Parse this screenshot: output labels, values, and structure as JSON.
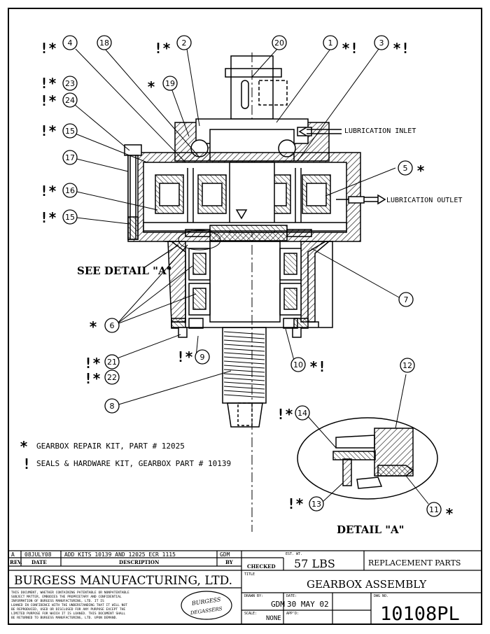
{
  "balloons": [
    {
      "n": "4",
      "mark": "!*"
    },
    {
      "n": "18",
      "mark": ""
    },
    {
      "n": "2",
      "mark": "!*"
    },
    {
      "n": "20",
      "mark": ""
    },
    {
      "n": "1",
      "mark": "*!"
    },
    {
      "n": "3",
      "mark": "*!"
    },
    {
      "n": "23",
      "mark": "!*"
    },
    {
      "n": "24",
      "mark": "!*"
    },
    {
      "n": "19",
      "mark": "*"
    },
    {
      "n": "15",
      "mark": "!*"
    },
    {
      "n": "17",
      "mark": ""
    },
    {
      "n": "5",
      "mark": "*"
    },
    {
      "n": "16",
      "mark": "!*"
    },
    {
      "n": "15",
      "mark": "!*"
    },
    {
      "n": "7",
      "mark": ""
    },
    {
      "n": "6",
      "mark": "*"
    },
    {
      "n": "21",
      "mark": "!*"
    },
    {
      "n": "9",
      "mark": "!*"
    },
    {
      "n": "10",
      "mark": "*!"
    },
    {
      "n": "22",
      "mark": "!*"
    },
    {
      "n": "8",
      "mark": ""
    },
    {
      "n": "12",
      "mark": ""
    },
    {
      "n": "14",
      "mark": "!*"
    },
    {
      "n": "13",
      "mark": "!*"
    },
    {
      "n": "11",
      "mark": "*"
    }
  ],
  "callouts": {
    "lubrication_inlet": "LUBRICATION INLET",
    "lubrication_outlet": "LUBRICATION OUTLET",
    "see_detail": "SEE DETAIL \"A\"",
    "detail_title": "DETAIL \"A\""
  },
  "legend": [
    {
      "symbol": "*",
      "text": "GEARBOX REPAIR KIT, PART # 12025"
    },
    {
      "symbol": "!",
      "text": "SEALS & HARDWARE KIT, GEARBOX PART # 10139"
    }
  ],
  "title_block": {
    "revision": {
      "rev": "A",
      "date": "08JULY08",
      "description": "ADD KITS 10139 AND 12025 ECR 1115",
      "by": "GDM"
    },
    "headers": {
      "rev": "REV.",
      "date": "DATE",
      "description": "DESCRIPTION",
      "by": "BY",
      "checked": "CHECKED"
    },
    "est_wt_label": "EST. WT.",
    "est_wt": "57 LBS",
    "doc_type": "REPLACEMENT PARTS",
    "company": "BURGESS MANUFACTURING, LTD.",
    "title_label": "TITLE",
    "title": "GEARBOX ASSEMBLY",
    "confidential": [
      "THIS DOCUMENT, WHETHER CONTAINING PATENTABLE OR NONPATENTABLE",
      "SUBJECT MATTER, EMBODIES THE PROPRIETARY AND CONFIDENTIAL",
      "INFORMATION OF BURGESS MANUFACTURING, LTD. IT IS",
      "LOANED IN CONFIDENCE WITH THE UNDERSTANDING THAT IT WILL NOT",
      "BE REPRODUCED, USED OR DISCLOSED FOR ANY PURPOSE EXCEPT THE",
      "LIMITED PURPOSE FOR WHICH IT IS LOANED. THIS DOCUMENT SHALL",
      "BE RETURNED TO BURGESS MANUFACTURING, LTD. UPON DEMAND."
    ],
    "logo_top": "BURGESS",
    "logo_bottom": "DEGASSERS",
    "drawn_by_label": "DRAWN BY:",
    "drawn_by": "GDM",
    "date_label": "DATE:",
    "date": "30 MAY 02",
    "dwg_no_label": "DWG NO.",
    "dwg_no": "10108PL",
    "scale_label": "SCALE:",
    "scale": "NONE",
    "appd_label": "APP'D:"
  }
}
